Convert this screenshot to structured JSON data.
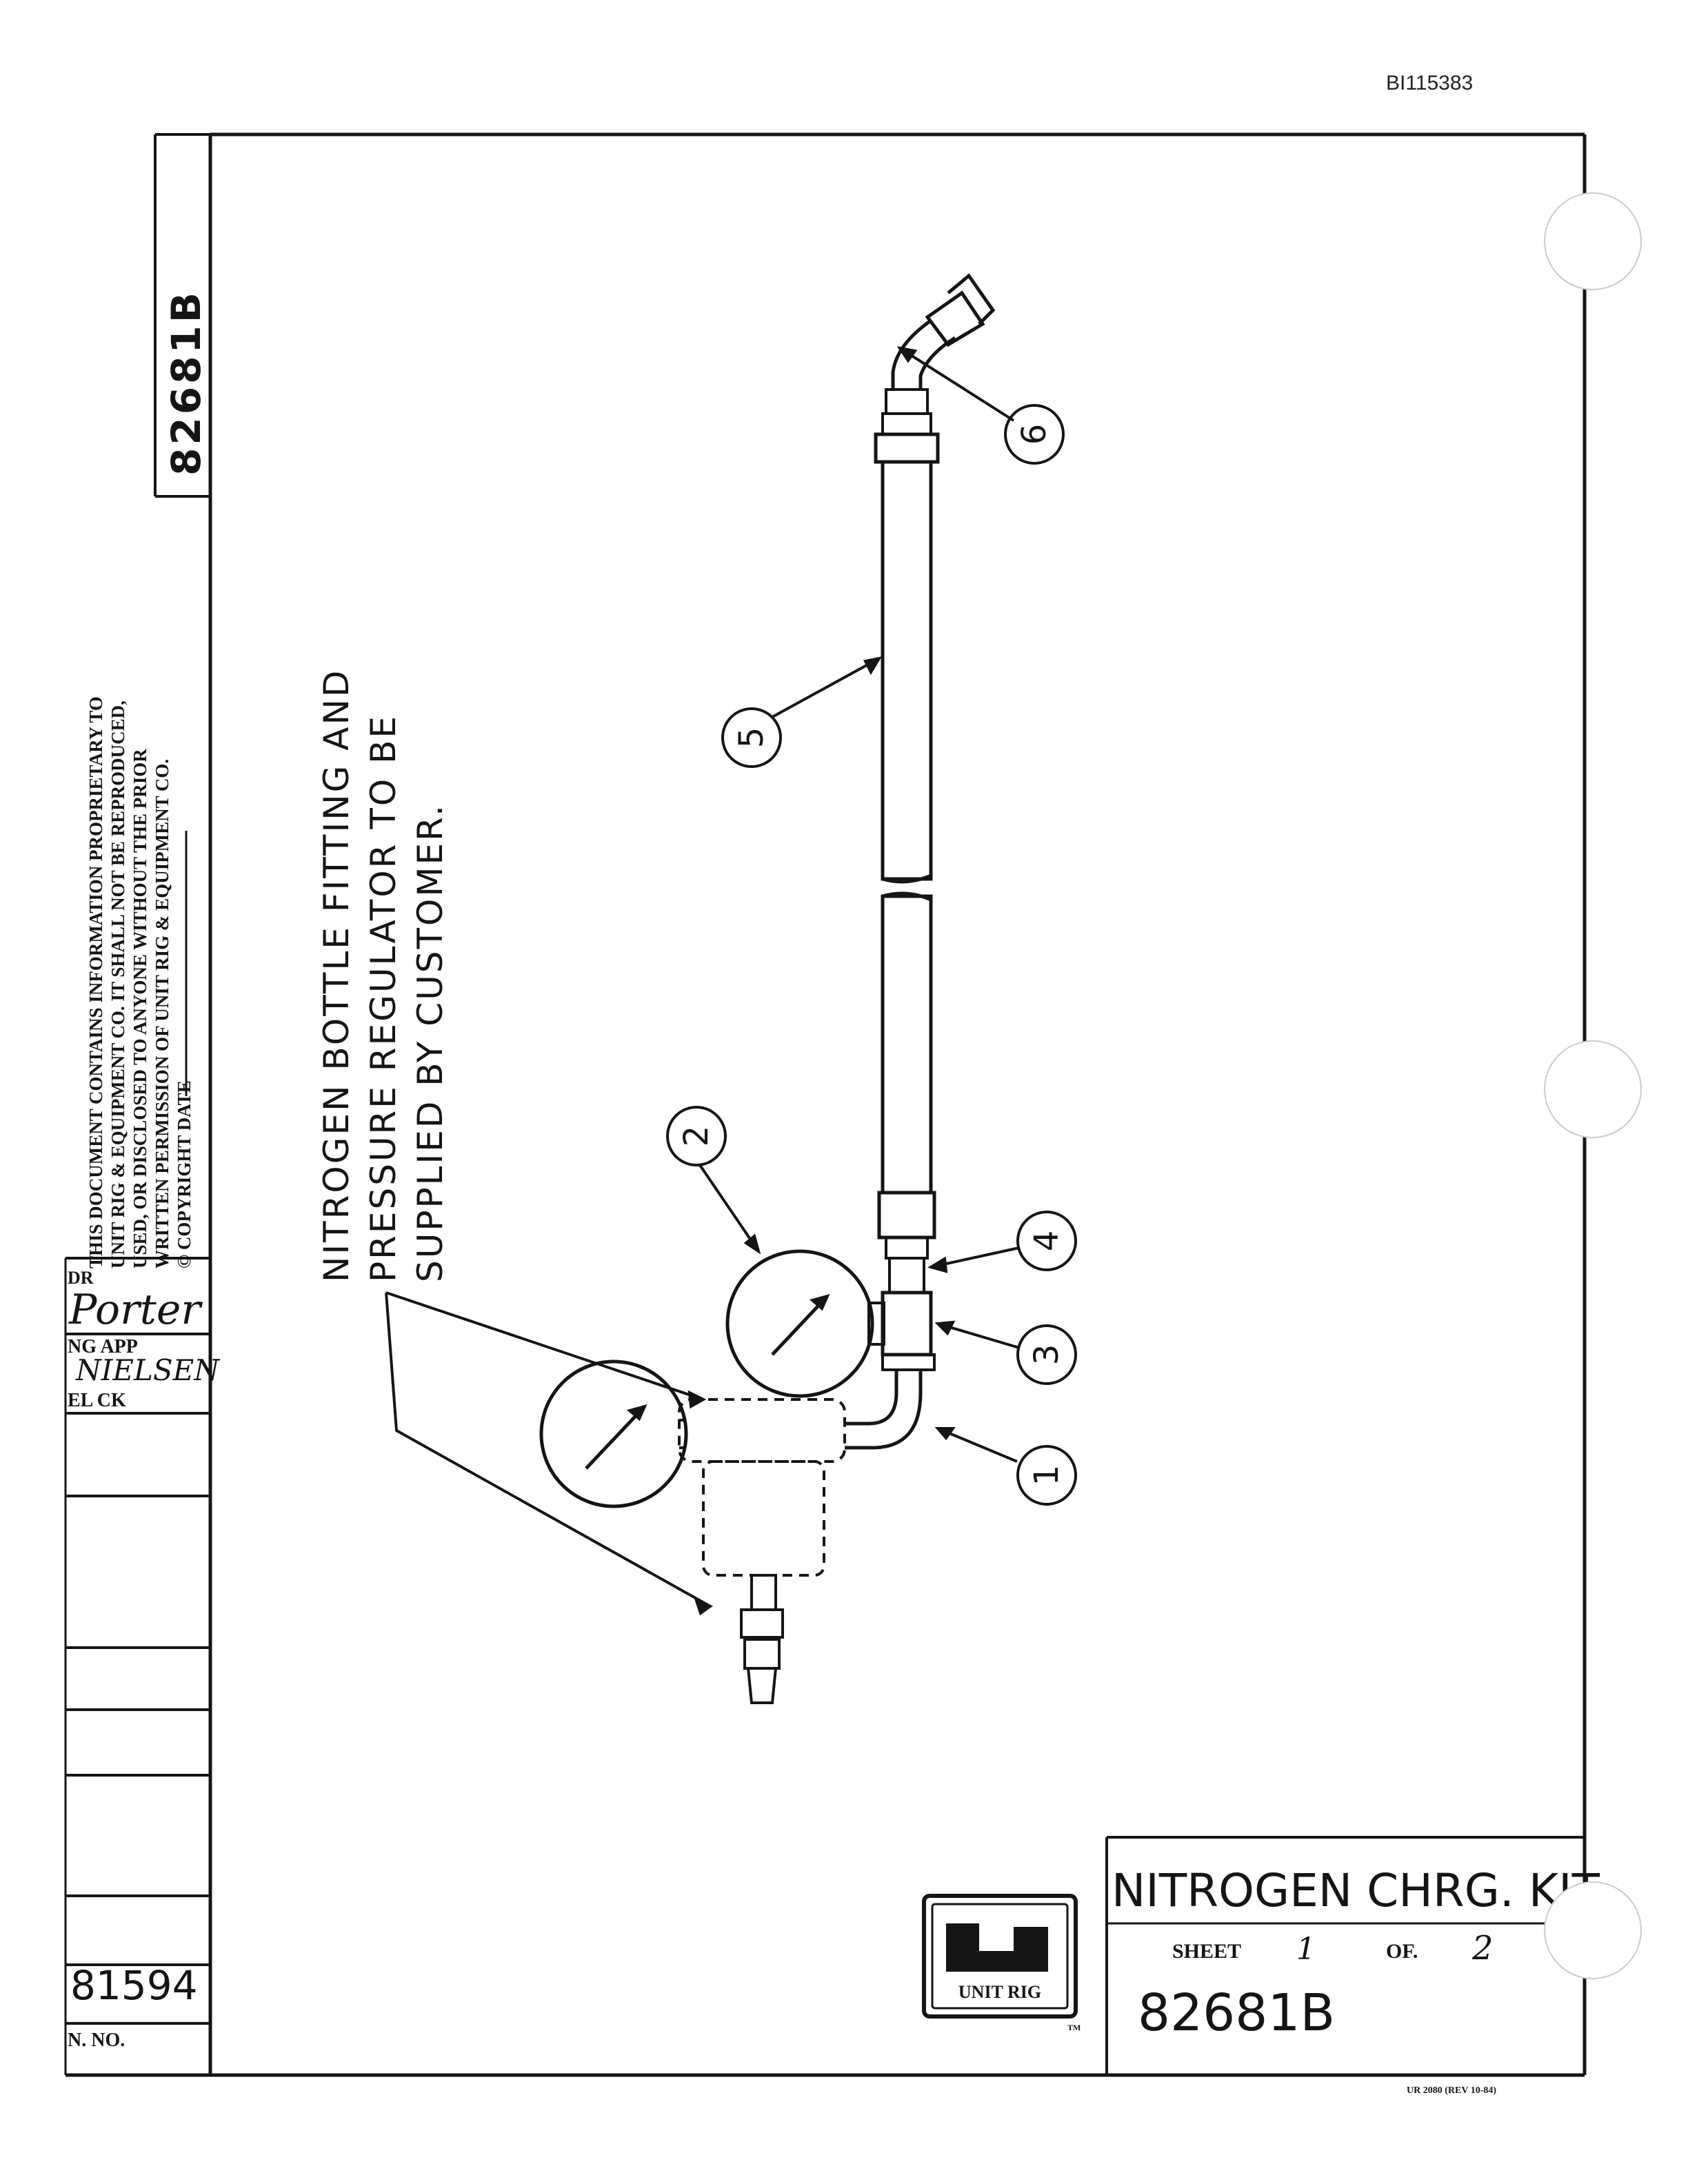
{
  "document_id": "BI115383",
  "drawing": {
    "title": "NITROGEN  CHRG. KIT",
    "sheet_label": "SHEET",
    "sheet_number": "1",
    "of_label": "OF.",
    "sheet_total": "2",
    "drawing_number": "82681B",
    "side_drawing_number": "82681B",
    "form_number": "UR 2080 (REV 10-84)"
  },
  "logo": {
    "text": "UNIT RIG",
    "tm": "TM"
  },
  "proprietary_notice": [
    "THIS DOCUMENT CONTAINS INFORMATION PROPRIETARY TO",
    "UNIT RIG & EQUIPMENT CO. IT SHALL NOT BE REPRODUCED,",
    "USED, OR DISCLOSED TO ANYONE WITHOUT THE PRIOR",
    "WRITTEN PERMISSION OF UNIT RIG & EQUIPMENT CO.",
    "© COPYRIGHT DATE"
  ],
  "note": [
    "NITROGEN  BOTTLE  FITTING  AND",
    "PRESSURE  REGULATOR  TO  BE",
    "SUPPLIED  BY  CUSTOMER."
  ],
  "approvals": {
    "dr_label": "DR",
    "dr_name": "Porter",
    "eng_app_label": "NG APP",
    "eng_app_name": "NIELSEN",
    "el_ck_label": "EL CK"
  },
  "part_number_block": {
    "value": "81594",
    "label": "N. NO."
  },
  "balloons": [
    "1",
    "2",
    "3",
    "4",
    "5",
    "6"
  ],
  "colors": {
    "ink": "#151515",
    "paper": "#ffffff"
  }
}
